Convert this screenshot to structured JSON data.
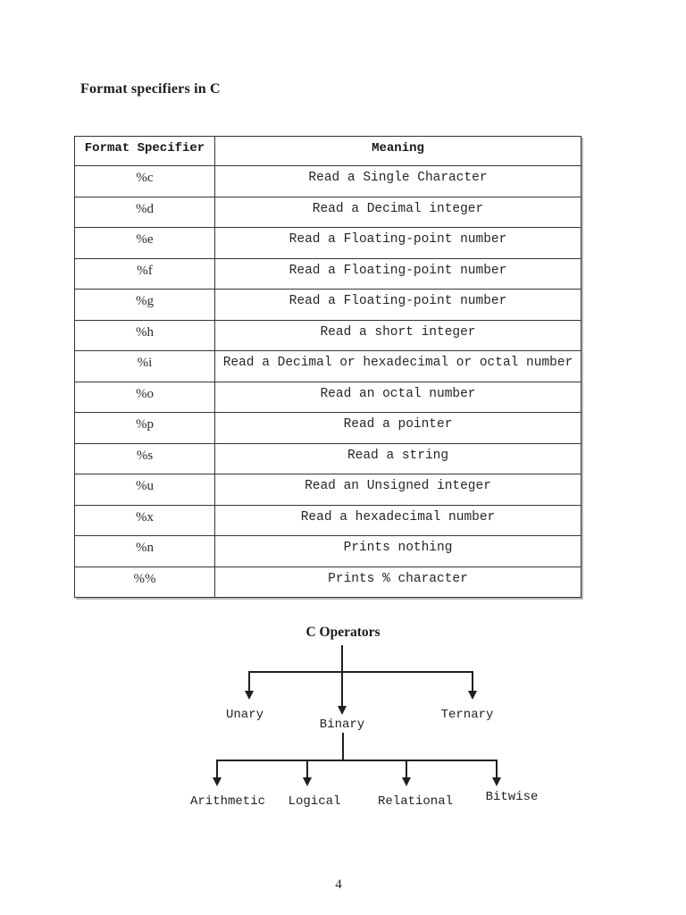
{
  "page": {
    "title": "Format specifiers in C",
    "page_number": "4"
  },
  "table": {
    "headers": [
      "Format Specifier",
      "Meaning"
    ],
    "rows": [
      {
        "specifier": "%c",
        "meaning": "Read a Single Character"
      },
      {
        "specifier": "%d",
        "meaning": "Read a Decimal integer"
      },
      {
        "specifier": "%e",
        "meaning": "Read a Floating-point number"
      },
      {
        "specifier": "%f",
        "meaning": "Read a Floating-point number"
      },
      {
        "specifier": "%g",
        "meaning": "Read a Floating-point number"
      },
      {
        "specifier": "%h",
        "meaning": "Read a short integer"
      },
      {
        "specifier": "%i",
        "meaning": "Read a Decimal or hexadecimal or octal number"
      },
      {
        "specifier": "%o",
        "meaning": "Read an octal number"
      },
      {
        "specifier": "%p",
        "meaning": "Read a pointer"
      },
      {
        "specifier": "%s",
        "meaning": "Read a string"
      },
      {
        "specifier": "%u",
        "meaning": "Read an Unsigned integer"
      },
      {
        "specifier": "%x",
        "meaning": "Read a hexadecimal number"
      },
      {
        "specifier": "%n",
        "meaning": "Prints nothing"
      },
      {
        "specifier": "%%",
        "meaning": "Prints % character"
      }
    ]
  },
  "diagram": {
    "title": "C Operators",
    "level1": [
      "Unary",
      "Binary",
      "Ternary"
    ],
    "level2": [
      "Arithmetic",
      "Logical",
      "Relational",
      "Bitwise"
    ]
  },
  "colors": {
    "ink": "#1f1f1f",
    "background": "#ffffff"
  }
}
